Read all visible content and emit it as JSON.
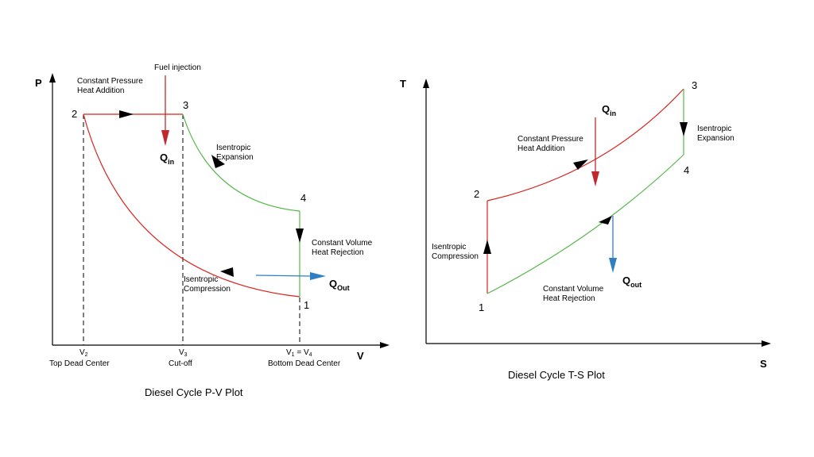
{
  "colors": {
    "compression": "#d9231f",
    "expansion": "#55b848",
    "q_in_arrow": "#c0282d",
    "q_out_arrow": "#2f7fc1",
    "axis": "#000000"
  },
  "pv_plot": {
    "caption": "Diesel Cycle P-V Plot",
    "y_axis": "P",
    "x_axis": "V",
    "points": {
      "p1": "1",
      "p2": "2",
      "p3": "3",
      "p4": "4"
    },
    "fuel_injection": "Fuel injection",
    "q_in": {
      "main": "Q",
      "sub": "in"
    },
    "q_out": {
      "main": "Q",
      "sub": "Out"
    },
    "heat_addition": [
      "Constant Pressure",
      "Heat Addition"
    ],
    "expansion": [
      "Isentropic",
      "Expansion"
    ],
    "heat_rejection": [
      "Constant Volume",
      "Heat Rejection"
    ],
    "compression": [
      "Isentropic",
      "Compression"
    ],
    "v2": {
      "main": "V",
      "sub": "2",
      "desc": "Top Dead Center"
    },
    "v3": {
      "main": "V",
      "sub": "3",
      "desc": "Cut-off"
    },
    "v14": {
      "a": "V",
      "a_sub": "1",
      "eq": " = ",
      "b": "V",
      "b_sub": "4",
      "desc": "Bottom Dead Center"
    }
  },
  "ts_plot": {
    "caption": "Diesel Cycle T-S Plot",
    "y_axis": "T",
    "x_axis": "S",
    "points": {
      "p1": "1",
      "p2": "2",
      "p3": "3",
      "p4": "4"
    },
    "q_in": {
      "main": "Q",
      "sub": "in"
    },
    "q_out": {
      "main": "Q",
      "sub": "out"
    },
    "heat_addition": [
      "Constant Pressure",
      "Heat Addition"
    ],
    "expansion": [
      "Isentropic",
      "Expansion"
    ],
    "heat_rejection": [
      "Constant Volume",
      "Heat Rejection"
    ],
    "compression": [
      "Isentropic",
      "Compression"
    ]
  }
}
